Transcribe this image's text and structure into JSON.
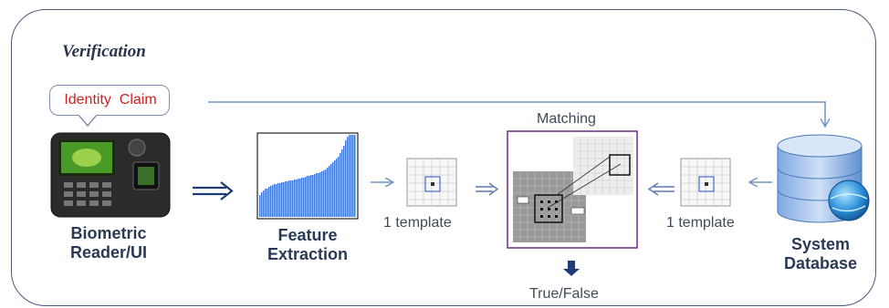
{
  "diagram": {
    "title": "Verification",
    "identity_claim": "Identity  Claim",
    "biometric_reader_line1": "Biometric",
    "biometric_reader_line2": "Reader/UI",
    "feature_extraction_line1": "Feature",
    "feature_extraction_line2": "Extraction",
    "template_left": "1 template",
    "template_right": "1 template",
    "matching": "Matching",
    "result": "True/False",
    "system_database_line1": "System",
    "system_database_line2": "Database"
  },
  "feature_histogram": {
    "values": [
      24,
      27,
      29,
      31,
      31,
      33,
      34,
      35,
      36,
      36,
      37,
      37,
      38,
      38,
      39,
      39,
      40,
      40,
      40,
      41,
      41,
      42,
      42,
      43,
      43,
      44,
      45,
      45,
      46,
      46,
      47,
      48,
      48,
      49,
      50,
      51,
      52,
      54,
      56,
      58,
      60,
      62,
      64,
      66,
      70,
      74,
      78,
      84,
      88,
      90,
      90,
      90,
      90
    ],
    "color": "#3f78d8"
  },
  "colors": {
    "frame": "#4a5a78",
    "arrow": "#7393c4",
    "claim_text": "#d21f1f",
    "label": "#2a3a55",
    "matching_border": "#6b2a8a"
  }
}
